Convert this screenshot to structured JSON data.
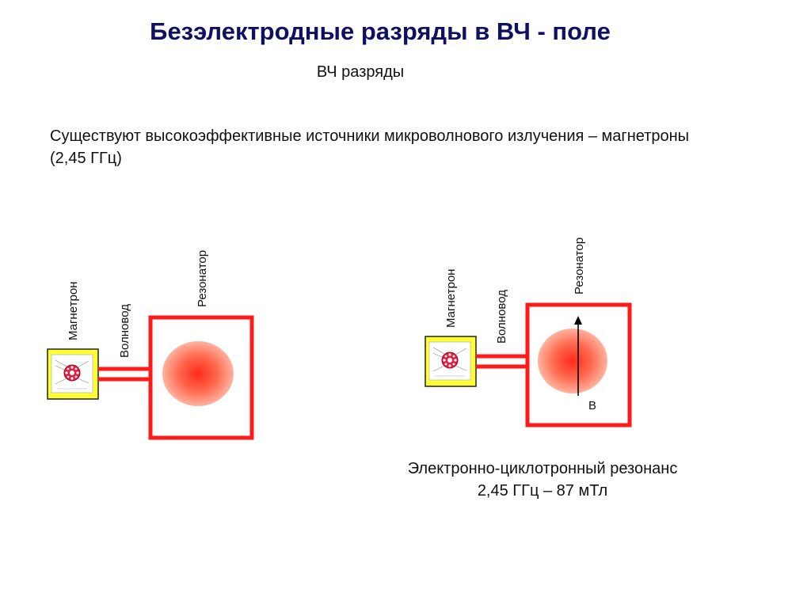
{
  "slide": {
    "title": "Безэлектродные разряды в ВЧ - поле",
    "subtitle": "ВЧ разряды",
    "body_line1": "Существуют высокоэффективные источники микроволнового излучения – магнетроны",
    "body_line2": "(2,45 ГГц)"
  },
  "diagram_left": {
    "magnetron_label": "Магнетрон",
    "waveguide_label": "Волновод",
    "resonator_label": "Резонатор"
  },
  "diagram_right": {
    "magnetron_label": "Магнетрон",
    "waveguide_label": "Волновод",
    "resonator_label": "Резонатор",
    "field_label": "B"
  },
  "ecr": {
    "line1": "Электронно-циклотронный резонанс",
    "line2": "2,45 ГГц – 87 мТл"
  },
  "colors": {
    "title": "#101060",
    "resonator_border": "#ff1a1a",
    "magnetron_fill": "#ffff33",
    "plasma_core": "#ff3a2a",
    "plasma_edge": "#ffb0a0"
  },
  "icons": {
    "magnetron": "magnetron-icon",
    "plasma": "plasma-glow-icon",
    "field_arrow": "arrow-up-icon"
  }
}
